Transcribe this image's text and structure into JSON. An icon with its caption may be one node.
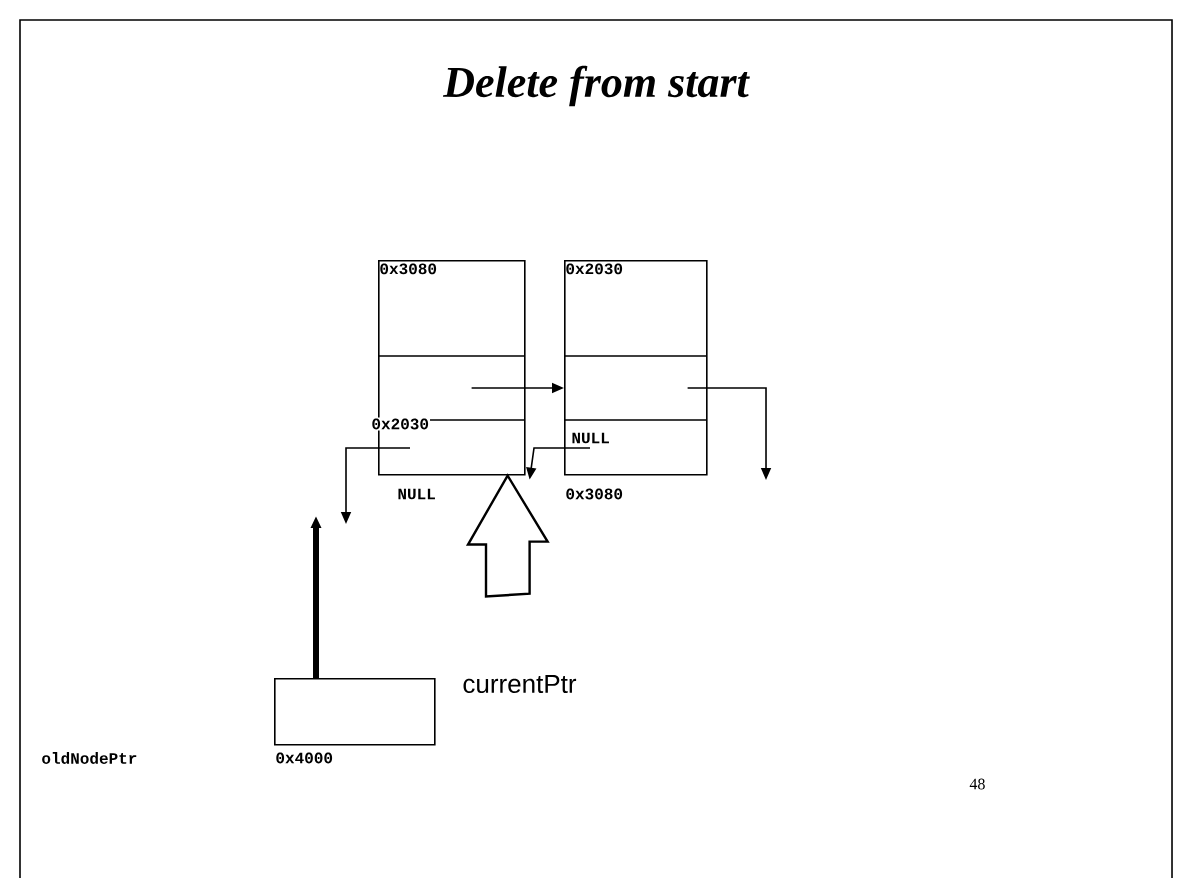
{
  "diagram": {
    "title": "Delete from start",
    "nodes": [
      {
        "text": [
          "0x3080"
        ],
        "beside": [
          "NULL"
        ]
      },
      {
        "text": [
          "0x2030"
        ],
        "beside": [
          "0x3080"
        ]
      },
      {
        "text": [
          "currentPtr"
        ]
      },
      {
        "text": [],
        "shape": "box",
        "beside": [
          "0x4000"
        ]
      }
    ],
    "edges": [
      {
        "from": 0,
        "to": 1,
        "arrow": "to"
      },
      {
        "from": 1,
        "to": 0,
        "arrow": "to"
      },
      {
        "from": 1,
        "to": null,
        "arrow": "to"
      },
      {
        "from": 0,
        "to": null,
        "arrow": "to"
      },
      {
        "from": 3,
        "to": null,
        "arrow": "to",
        "style": "thick"
      },
      {
        "from": 2,
        "to": 0,
        "arrow": "to"
      }
    ],
    "labels": [
      "0x2030",
      "NULL",
      "oldNodePtr",
      "48"
    ]
  }
}
